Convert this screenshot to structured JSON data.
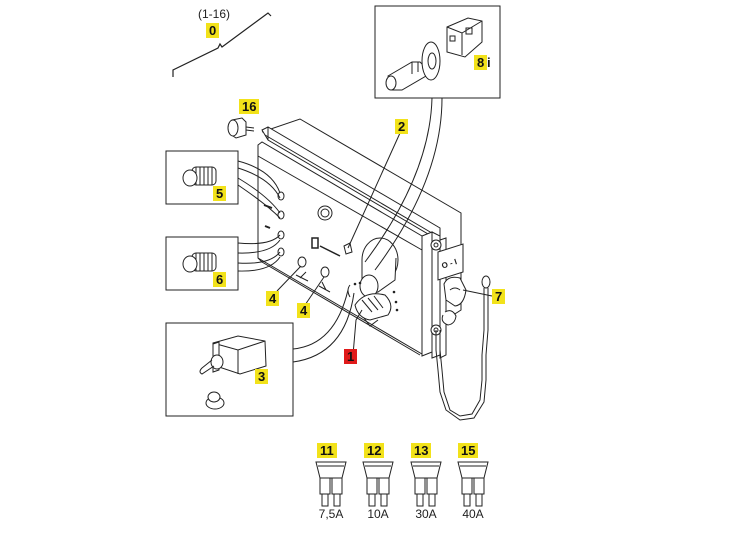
{
  "diagram": {
    "title_range": "(1-16)",
    "colors": {
      "callout_yellow": "#f2e21a",
      "callout_red": "#e01a1a",
      "line": "#222222"
    },
    "callouts": [
      {
        "id": "c0",
        "label": "0",
        "color": "yellow",
        "part": "assembly"
      },
      {
        "id": "c16",
        "label": "16",
        "color": "yellow",
        "part": "knob"
      },
      {
        "id": "c5",
        "label": "5",
        "color": "yellow",
        "part": "indicator-lamp-threaded"
      },
      {
        "id": "c6",
        "label": "6",
        "color": "yellow",
        "part": "indicator-lamp-threaded"
      },
      {
        "id": "c4a",
        "label": "4",
        "color": "yellow",
        "part": "indicator-lamp"
      },
      {
        "id": "c4b",
        "label": "4",
        "color": "yellow",
        "part": "indicator-lamp"
      },
      {
        "id": "c2",
        "label": "2",
        "color": "yellow",
        "part": "lamp"
      },
      {
        "id": "c1",
        "label": "1",
        "color": "red",
        "part": "rotary-switch"
      },
      {
        "id": "c3",
        "label": "3",
        "color": "yellow",
        "part": "toggle-switch"
      },
      {
        "id": "c7",
        "label": "7",
        "color": "yellow",
        "part": "main-switch-key"
      },
      {
        "id": "c8",
        "label": "8",
        "color": "yellow",
        "part": "ignition-switch",
        "info": "i"
      },
      {
        "id": "c11",
        "label": "11",
        "color": "yellow",
        "part": "fuse"
      },
      {
        "id": "c12",
        "label": "12",
        "color": "yellow",
        "part": "fuse"
      },
      {
        "id": "c13",
        "label": "13",
        "color": "yellow",
        "part": "fuse"
      },
      {
        "id": "c15",
        "label": "15",
        "color": "yellow",
        "part": "fuse"
      }
    ],
    "fuses": [
      {
        "callout": "11",
        "rating": "7,5A"
      },
      {
        "callout": "12",
        "rating": "10A"
      },
      {
        "callout": "13",
        "rating": "30A"
      },
      {
        "callout": "15",
        "rating": "40A"
      }
    ],
    "panel_labels": {
      "main_switch_plate": "O - I"
    }
  }
}
